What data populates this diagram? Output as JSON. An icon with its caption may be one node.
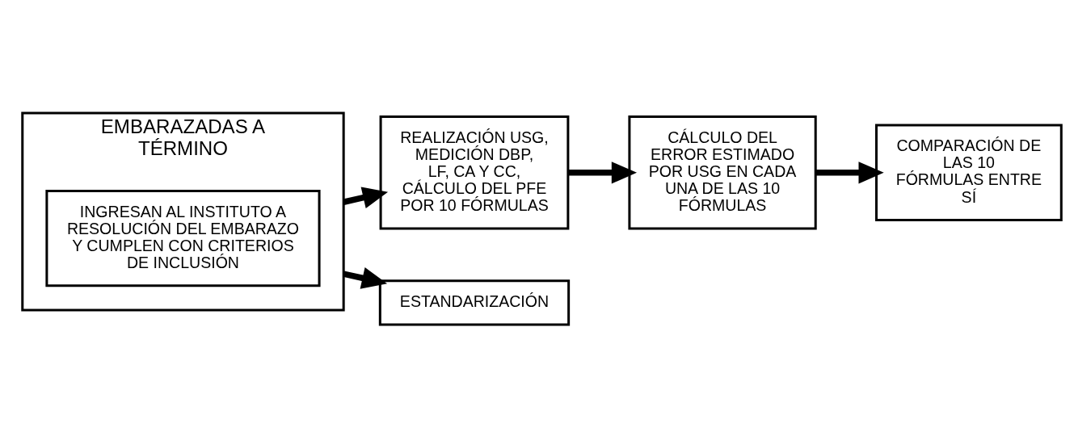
{
  "diagram": {
    "nodes": [
      {
        "text": [
          "EMBARAZADAS A TÉRMINO"
        ]
      },
      {
        "text": [
          "INGRESAN AL INSTITUTO A RESOLUCIÓN DEL EMBARAZO Y CUMPLEN CON CRITERIOS DE INCLUSIÓN"
        ],
        "in": 0
      },
      {
        "text": [
          "REALIZACIÓN USG, MEDICIÓN DBP, LF, CA Y CC, CÁLCULO DEL PFE POR 10 FÓRMULAS"
        ]
      },
      {
        "text": [
          "CÁLCULO DEL ERROR ESTIMADO POR USG EN CADA UNA DE LAS 10 FÓRMULAS"
        ]
      },
      {
        "text": [
          "COMPARACIÓN DE LAS 10 FÓRMULAS ENTRE SÍ"
        ]
      },
      {
        "text": [
          "ESTANDARIZACIÓN"
        ]
      }
    ],
    "edges": [
      {
        "from": 0,
        "to": 2,
        "arrow": "to"
      },
      {
        "from": 2,
        "to": 3,
        "arrow": "to"
      },
      {
        "from": 3,
        "to": 4,
        "arrow": "to"
      },
      {
        "from": 0,
        "to": 5,
        "arrow": "to"
      }
    ]
  }
}
